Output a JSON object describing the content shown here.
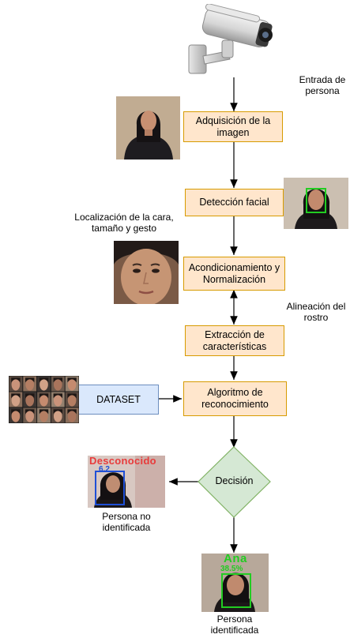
{
  "notes": {
    "input": "Entrada de persona",
    "localization": "Localización de la cara, tamaño y gesto",
    "alignment": "Alineación del rostro",
    "unidentified": "Persona no identificada",
    "identified": "Persona identificada"
  },
  "boxes": {
    "acquisition": "Adquisición de la imagen",
    "detection": "Detección facial",
    "normalization": "Acondicionamiento y Normalización",
    "extraction": "Extracción de características",
    "algorithm": "Algoritmo de reconocimiento",
    "dataset": "DATASET",
    "decision": "Decisión"
  },
  "photo_labels": {
    "unknown_name": "Desconocido",
    "unknown_score": "6.2",
    "known_name": "Ana",
    "known_score": "38.5%"
  },
  "colors": {
    "process_fill": "#ffe6cc",
    "process_border": "#d79b00",
    "dataset_fill": "#dae8fc",
    "dataset_border": "#6c8ebf",
    "decision_fill": "#d5e8d4",
    "decision_border": "#82b366",
    "face_box_green": "#22cc22",
    "face_box_blue": "#1f4fd6",
    "unknown_label_red": "#e83b3b"
  },
  "icons": {
    "camera": "security-camera-icon"
  }
}
